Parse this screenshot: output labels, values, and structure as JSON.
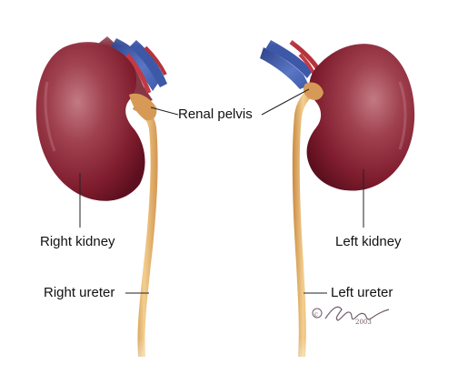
{
  "labels": {
    "renal_pelvis": "Renal pelvis",
    "right_kidney": "Right kidney",
    "left_kidney": "Left kidney",
    "right_ureter": "Right ureter",
    "left_ureter": "Left ureter"
  },
  "signature": {
    "copyright_symbol": "©",
    "artist": "Faiman",
    "year": "2003"
  },
  "colors": {
    "background": "#ffffff",
    "kidney_light": "#b75f6a",
    "kidney_mid": "#92293a",
    "kidney_dark": "#5c0f1e",
    "ureter_light": "#f3cf8f",
    "ureter_mid": "#e0a55f",
    "ureter_dark": "#b97a3b",
    "vein_blue": "#3e58a8",
    "artery_red": "#b7333c",
    "leader_line": "#222222",
    "signature": "#6f5b6a"
  }
}
